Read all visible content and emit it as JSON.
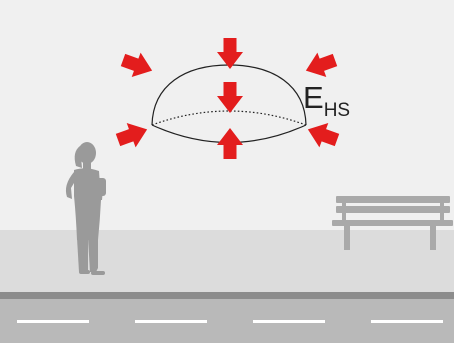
{
  "diagram": {
    "symbol_main": "E",
    "symbol_sub": "HS",
    "colors": {
      "background": "#f0f0f0",
      "arrow": "#e31d1d",
      "sidewalk": "#dcdcdc",
      "curb": "#8c8c8c",
      "road": "#b9b9b9",
      "lane_marking": "#ffffff",
      "figure": "#9a9a9a",
      "bench": "#a9a9a9",
      "hemisphere_line": "#222222"
    },
    "icons": [
      "hemisphere-outline",
      "arrow-icon",
      "person-silhouette-icon",
      "bench-icon"
    ],
    "arrows": [
      {
        "name": "arrow-top",
        "direction": "down"
      },
      {
        "name": "arrow-upper-left",
        "direction": "down-right"
      },
      {
        "name": "arrow-upper-right",
        "direction": "down-left"
      },
      {
        "name": "arrow-inner-top",
        "direction": "down"
      },
      {
        "name": "arrow-lower-left",
        "direction": "up-right"
      },
      {
        "name": "arrow-lower-right",
        "direction": "up-left"
      },
      {
        "name": "arrow-bottom",
        "direction": "up"
      }
    ]
  }
}
